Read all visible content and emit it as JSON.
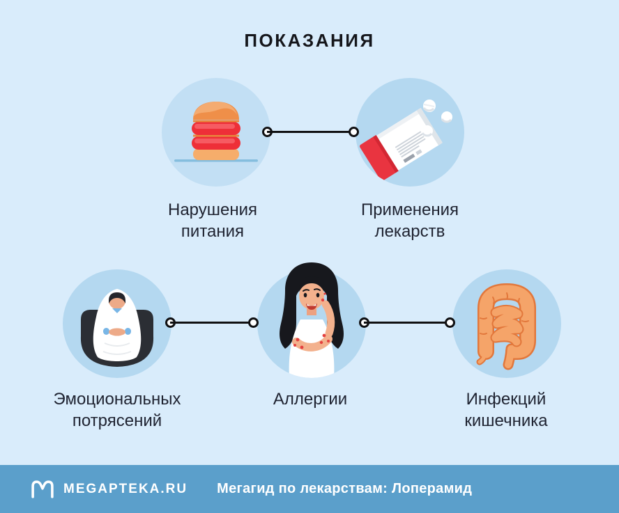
{
  "page": {
    "title": "ПОКАЗАНИЯ"
  },
  "items": [
    {
      "id": "nutrition",
      "line1": "Нарушения",
      "line2": "питания",
      "icon": "burger-icon"
    },
    {
      "id": "medication",
      "line1": "Применения",
      "line2": "лекарств",
      "icon": "medicine-box-icon"
    },
    {
      "id": "emotional",
      "line1": "Эмоциональных",
      "line2": "потрясений",
      "icon": "person-in-blanket-icon"
    },
    {
      "id": "allergy",
      "line1": "Аллергии",
      "line2": "",
      "icon": "allergy-woman-icon"
    },
    {
      "id": "infection",
      "line1": "Инфекций",
      "line2": "кишечника",
      "icon": "intestines-icon"
    }
  ],
  "footer": {
    "brand": "MEGAPTEKA.RU",
    "tagline": "Мегагид по лекарствам: Лоперамид"
  },
  "colors": {
    "background": "#d9ecfb",
    "circle_default": "#b4d8f0",
    "circle_light": "#c2dff4",
    "footer_bar": "#5b9fcb",
    "footer_text": "#ffffff",
    "title_text": "#15161b",
    "label_text": "#1e2230",
    "connector": "#101012",
    "accent_red": "#ee2f38",
    "accent_orange": "#f0914c",
    "intestine_orange": "#f5a469"
  }
}
